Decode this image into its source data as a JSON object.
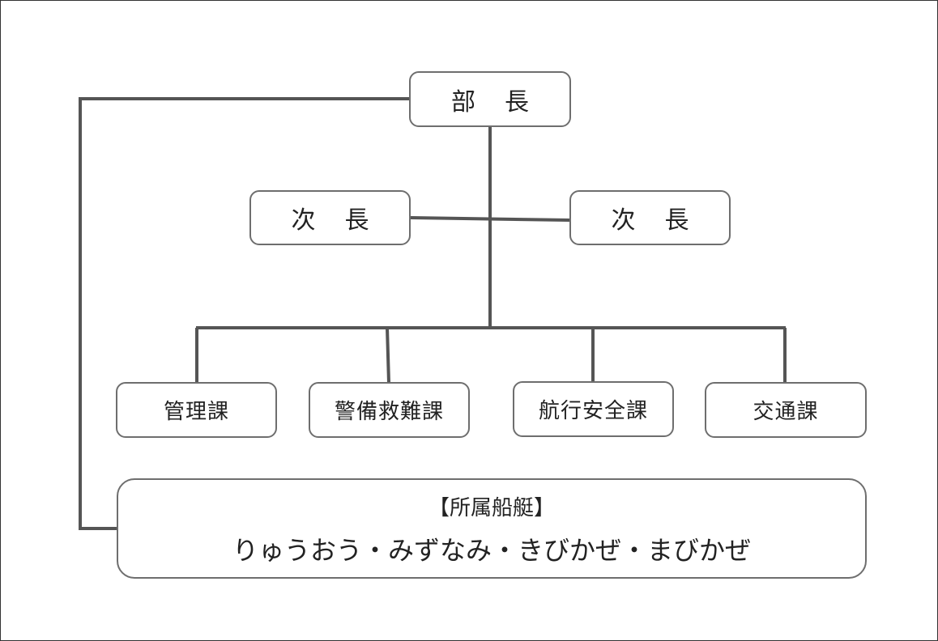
{
  "chief": {
    "label": "部長"
  },
  "deputies": [
    {
      "label": "次長"
    },
    {
      "label": "次長"
    }
  ],
  "sections": [
    {
      "label": "管理課"
    },
    {
      "label": "警備救難課"
    },
    {
      "label": "航行安全課"
    },
    {
      "label": "交通課"
    }
  ],
  "vessels": {
    "heading": "【所属船艇】",
    "names": "りゅうおう・みずなみ・きびかぜ・まびかぜ"
  },
  "colors": {
    "line": "#555555",
    "border": "#6e6e6e"
  }
}
